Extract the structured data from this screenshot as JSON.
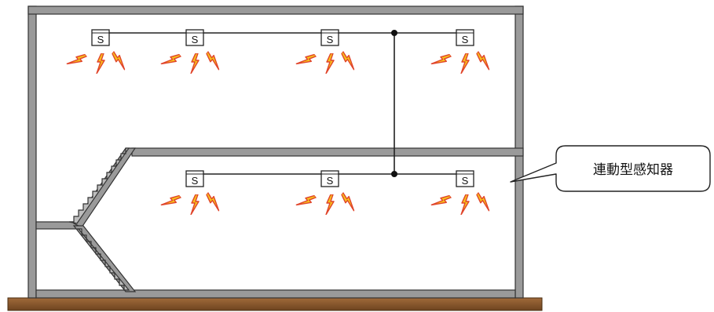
{
  "callout": {
    "label": "連動型感知器"
  },
  "detectors": {
    "symbol": "S",
    "upper_floor_count": 4,
    "lower_floor_count": 3
  },
  "colors": {
    "wall": "#9a9a9a",
    "wall_outline": "#333333",
    "ground": "#8b5a2b",
    "flash_fill": "#f7c21a",
    "flash_stroke": "#e0442a"
  }
}
